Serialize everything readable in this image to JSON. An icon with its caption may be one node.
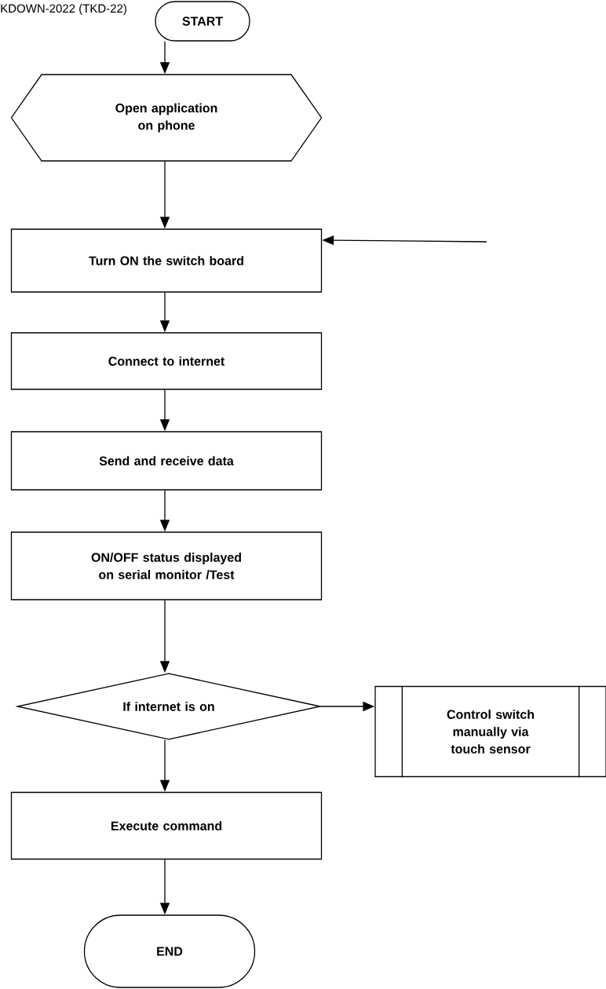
{
  "diagram": {
    "nodes": [
      {
        "text": [
          "START"
        ]
      },
      {
        "text": [
          "Open application on phone"
        ]
      },
      {
        "text": [
          "Turn ON the switch board"
        ]
      },
      {
        "text": [
          "Connect to internet"
        ]
      },
      {
        "text": [
          "Send and receive data"
        ]
      },
      {
        "text": [
          "ON/OFF status displayed on serial monitor /Test"
        ]
      },
      {
        "text": [
          "If internet is on"
        ]
      },
      {
        "text": [
          "Control switch manually via touch sensor"
        ]
      },
      {
        "text": [
          "Execute command"
        ]
      },
      {
        "text": [
          "END"
        ]
      }
    ],
    "edges": [
      {
        "from": 0,
        "to": 1,
        "arrow": "to"
      },
      {
        "from": 1,
        "to": 2,
        "arrow": "to"
      },
      {
        "from": null,
        "to": 2,
        "arrow": "to"
      },
      {
        "from": 2,
        "to": 3,
        "arrow": "to"
      },
      {
        "from": 3,
        "to": 4,
        "arrow": "to"
      },
      {
        "from": 4,
        "to": 5,
        "arrow": "to"
      },
      {
        "from": 5,
        "to": 6,
        "arrow": "to"
      },
      {
        "from": 6,
        "to": 7,
        "arrow": "to"
      },
      {
        "from": 6,
        "to": 8,
        "arrow": "to"
      },
      {
        "from": 8,
        "to": 9,
        "arrow": "to"
      }
    ],
    "labels": [
      "KDOWN-2022 (TKD-22)"
    ]
  }
}
